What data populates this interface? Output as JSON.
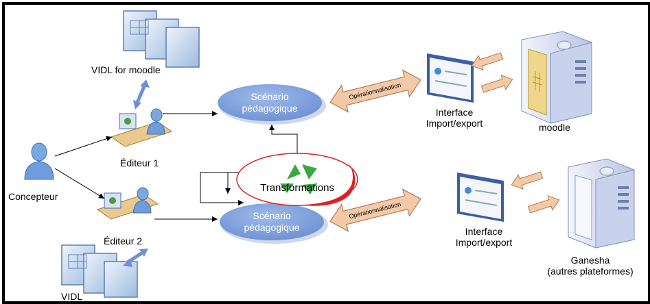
{
  "labels": {
    "vidl_moodle": "VIDL for moodle",
    "vidl": "VIDL",
    "editor1": "Éditeur 1",
    "editor2": "Éditeur 2",
    "concepteur": "Concepteur",
    "scenario1_line1": "Scénario",
    "scenario1_line2": "pédagogique",
    "scenario2_line1": "Scénario",
    "scenario2_line2": "pédagogique",
    "transformations": "Transformations",
    "operationnalisation1": "Opérationnalisation",
    "operationnalisation2": "Opérationnalisation",
    "interface1_line1": "Interface",
    "interface1_line2": "Import/export",
    "interface2_line1": "Interface",
    "interface2_line2": "Import/export",
    "moodle": "moodle",
    "ganesha_line1": "Ganesha",
    "ganesha_line2": "(autres plateformes)"
  },
  "colors": {
    "scenario_fill": "#7fa2dc",
    "scenario_text": "#ffffff",
    "double_arrow_fill": "#f4c9a7",
    "double_arrow_stroke": "#b07a52",
    "recycle_green": "#3aa844",
    "red_swoosh": "#e02020",
    "vertical_arrow_blue": "#6f8fd0"
  }
}
